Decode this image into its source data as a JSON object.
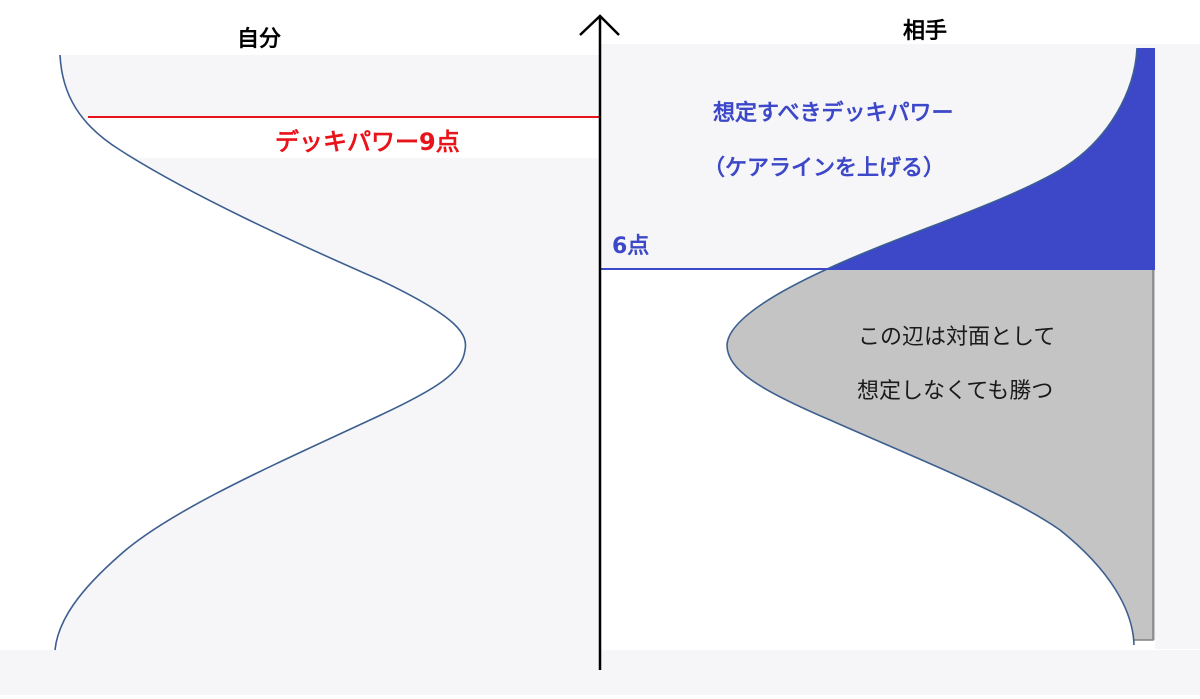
{
  "colors": {
    "background": "#ffffff",
    "panel_bg": "#f6f6f9",
    "curve_stroke": "#3d5f8f",
    "axis": "#000000",
    "red_line": "#e8141b",
    "blue_line": "#3d48c8",
    "blue_fill": "#3d48c8",
    "gray_fill": "#c4c4c4",
    "gray_border": "#808080"
  },
  "left_panel": {
    "title": "自分",
    "threshold_label": "デッキパワー9点",
    "threshold_value": 9
  },
  "right_panel": {
    "title": "相手",
    "threshold_label": "6点",
    "threshold_value": 6,
    "blue_region_label_line1": "想定すべきデッキパワー",
    "blue_region_label_line2": "（ケアラインを上げる）",
    "gray_region_label_line1": "この辺は対面として",
    "gray_region_label_line2": "想定しなくても勝つ"
  },
  "axis": {
    "direction": "up",
    "meaning": "deck power"
  }
}
